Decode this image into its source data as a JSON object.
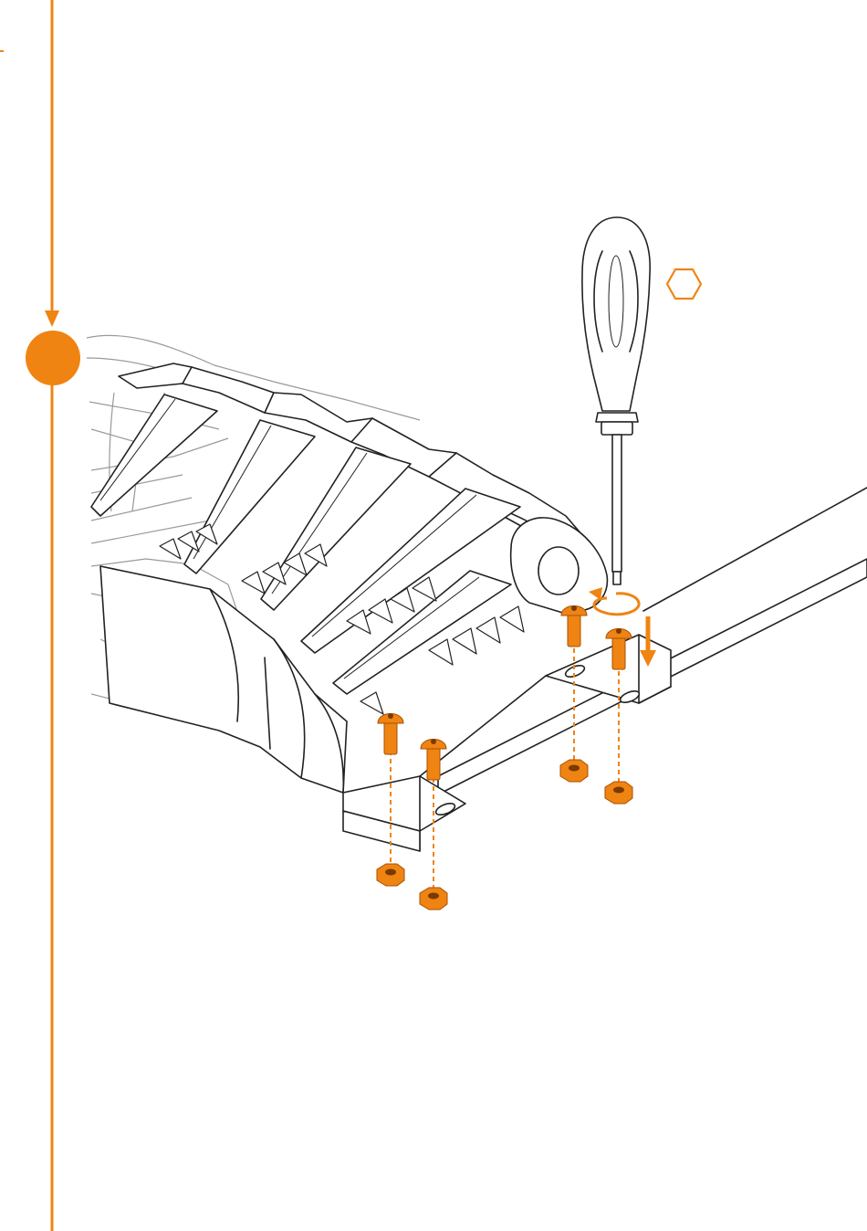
{
  "accent_color": "#EF8413",
  "line_color": "#222222",
  "step_marker": {
    "icon": "step-dot"
  },
  "tool_symbol": {
    "icon": "hexagon-icon"
  },
  "tool": {
    "icon": "screwdriver-icon"
  },
  "fasteners": {
    "bolt_count": 4,
    "nut_count": 4
  }
}
